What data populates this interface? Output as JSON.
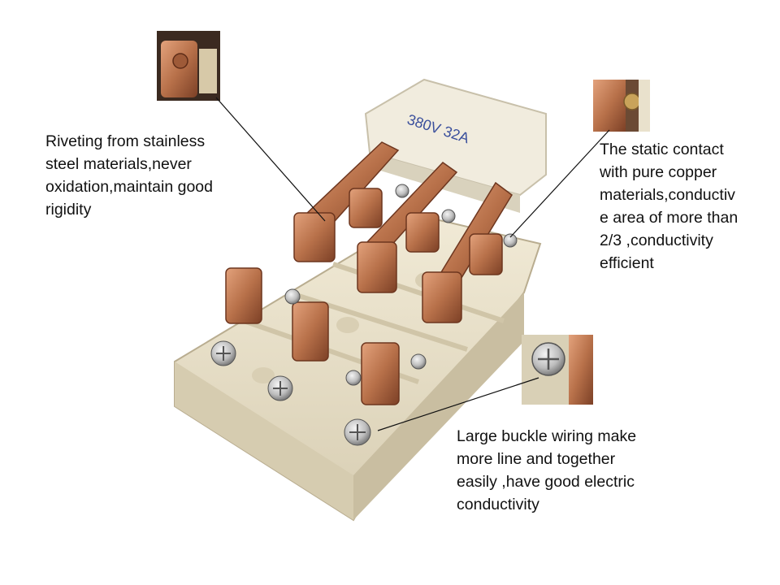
{
  "label_plate": {
    "text": "380V 32A"
  },
  "callouts": {
    "riveting": "Riveting from stainless\nsteel materials,never\noxidation,maintain good\nrigidity",
    "static_contact": "The static contact\nwith pure copper\nmaterials,conductiv\ne area of more than\n2/3 ,conductivity\nefficient",
    "buckle": "Large buckle wiring make\nmore line and together\neasily ,have good electric\nconductivity"
  },
  "colors": {
    "base": "#ebe3cc",
    "base_shadow": "#cfc5aa",
    "copper": "#b8714a",
    "copper_dark": "#7c4026",
    "screw": "#c9c9c9",
    "label_text": "#3a4f9c"
  }
}
